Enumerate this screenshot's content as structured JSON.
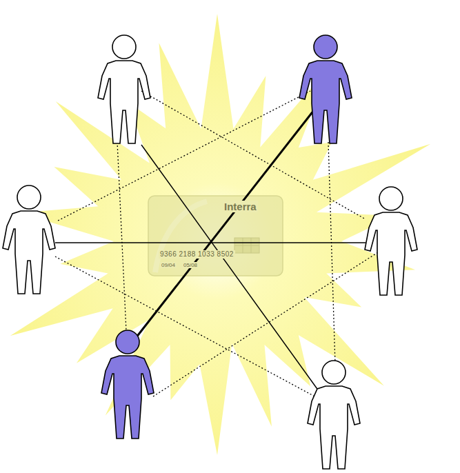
{
  "diagram": {
    "labels": [
      "Interra",
      "9366 2188 1033 8502",
      "09/04",
      "05/08"
    ]
  }
}
